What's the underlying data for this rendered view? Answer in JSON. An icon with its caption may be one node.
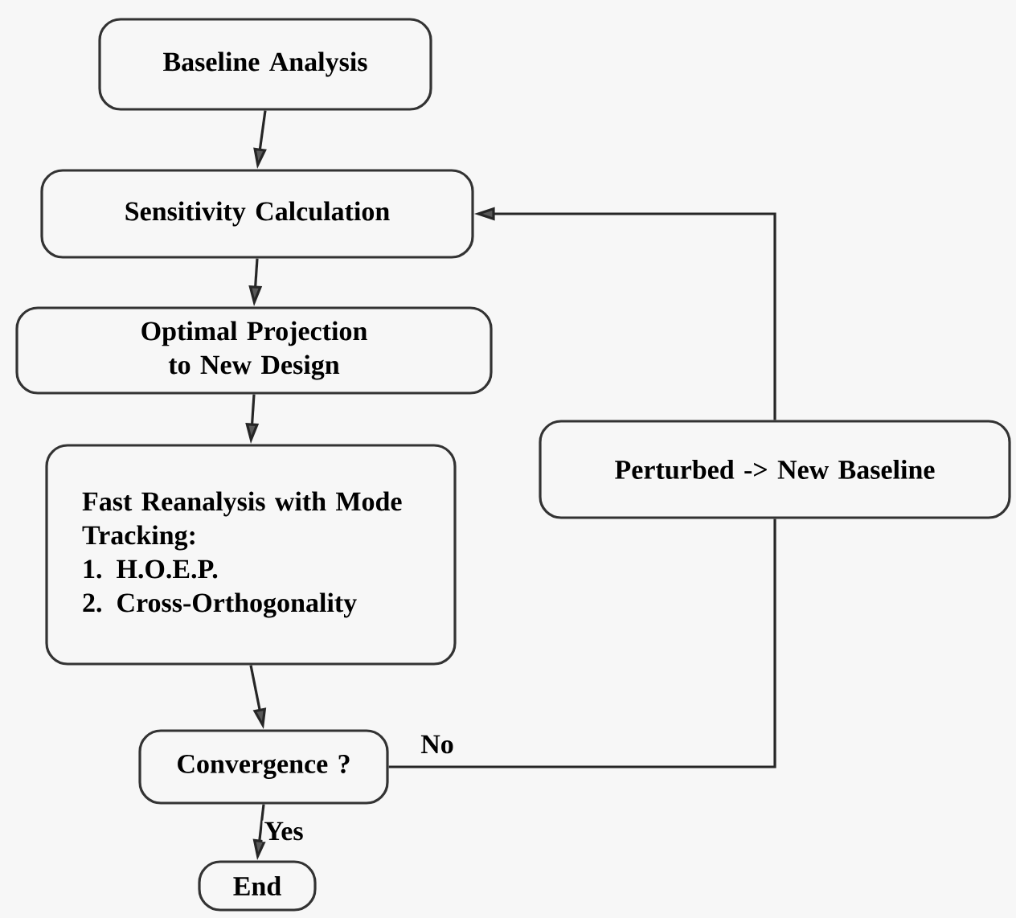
{
  "diagram": {
    "nodes": [
      {
        "text": [
          "Baseline Analysis"
        ]
      },
      {
        "text": [
          "Sensitivity Calculation"
        ]
      },
      {
        "text": [
          "Optimal Projection to New Design"
        ]
      },
      {
        "text": [
          "Fast Reanalysis with Mode Tracking:",
          "1. H.O.E.P.",
          "2. Cross-Orthogonality"
        ]
      },
      {
        "text": [
          "Convergence ?"
        ]
      },
      {
        "text": [
          "End"
        ]
      },
      {
        "text": [
          "Perturbed -> New Baseline"
        ]
      }
    ],
    "edges": [
      {
        "from": 0,
        "to": 1,
        "arrow": "to"
      },
      {
        "from": 1,
        "to": 2,
        "arrow": "to"
      },
      {
        "from": 2,
        "to": 3,
        "arrow": "to"
      },
      {
        "from": 3,
        "to": 4,
        "arrow": "to"
      },
      {
        "from": 4,
        "to": 5,
        "arrow": "to",
        "label": "Yes"
      },
      {
        "from": 4,
        "to": 6,
        "arrow": "none",
        "label": "No"
      },
      {
        "from": 6,
        "to": 1,
        "arrow": "to"
      }
    ]
  }
}
